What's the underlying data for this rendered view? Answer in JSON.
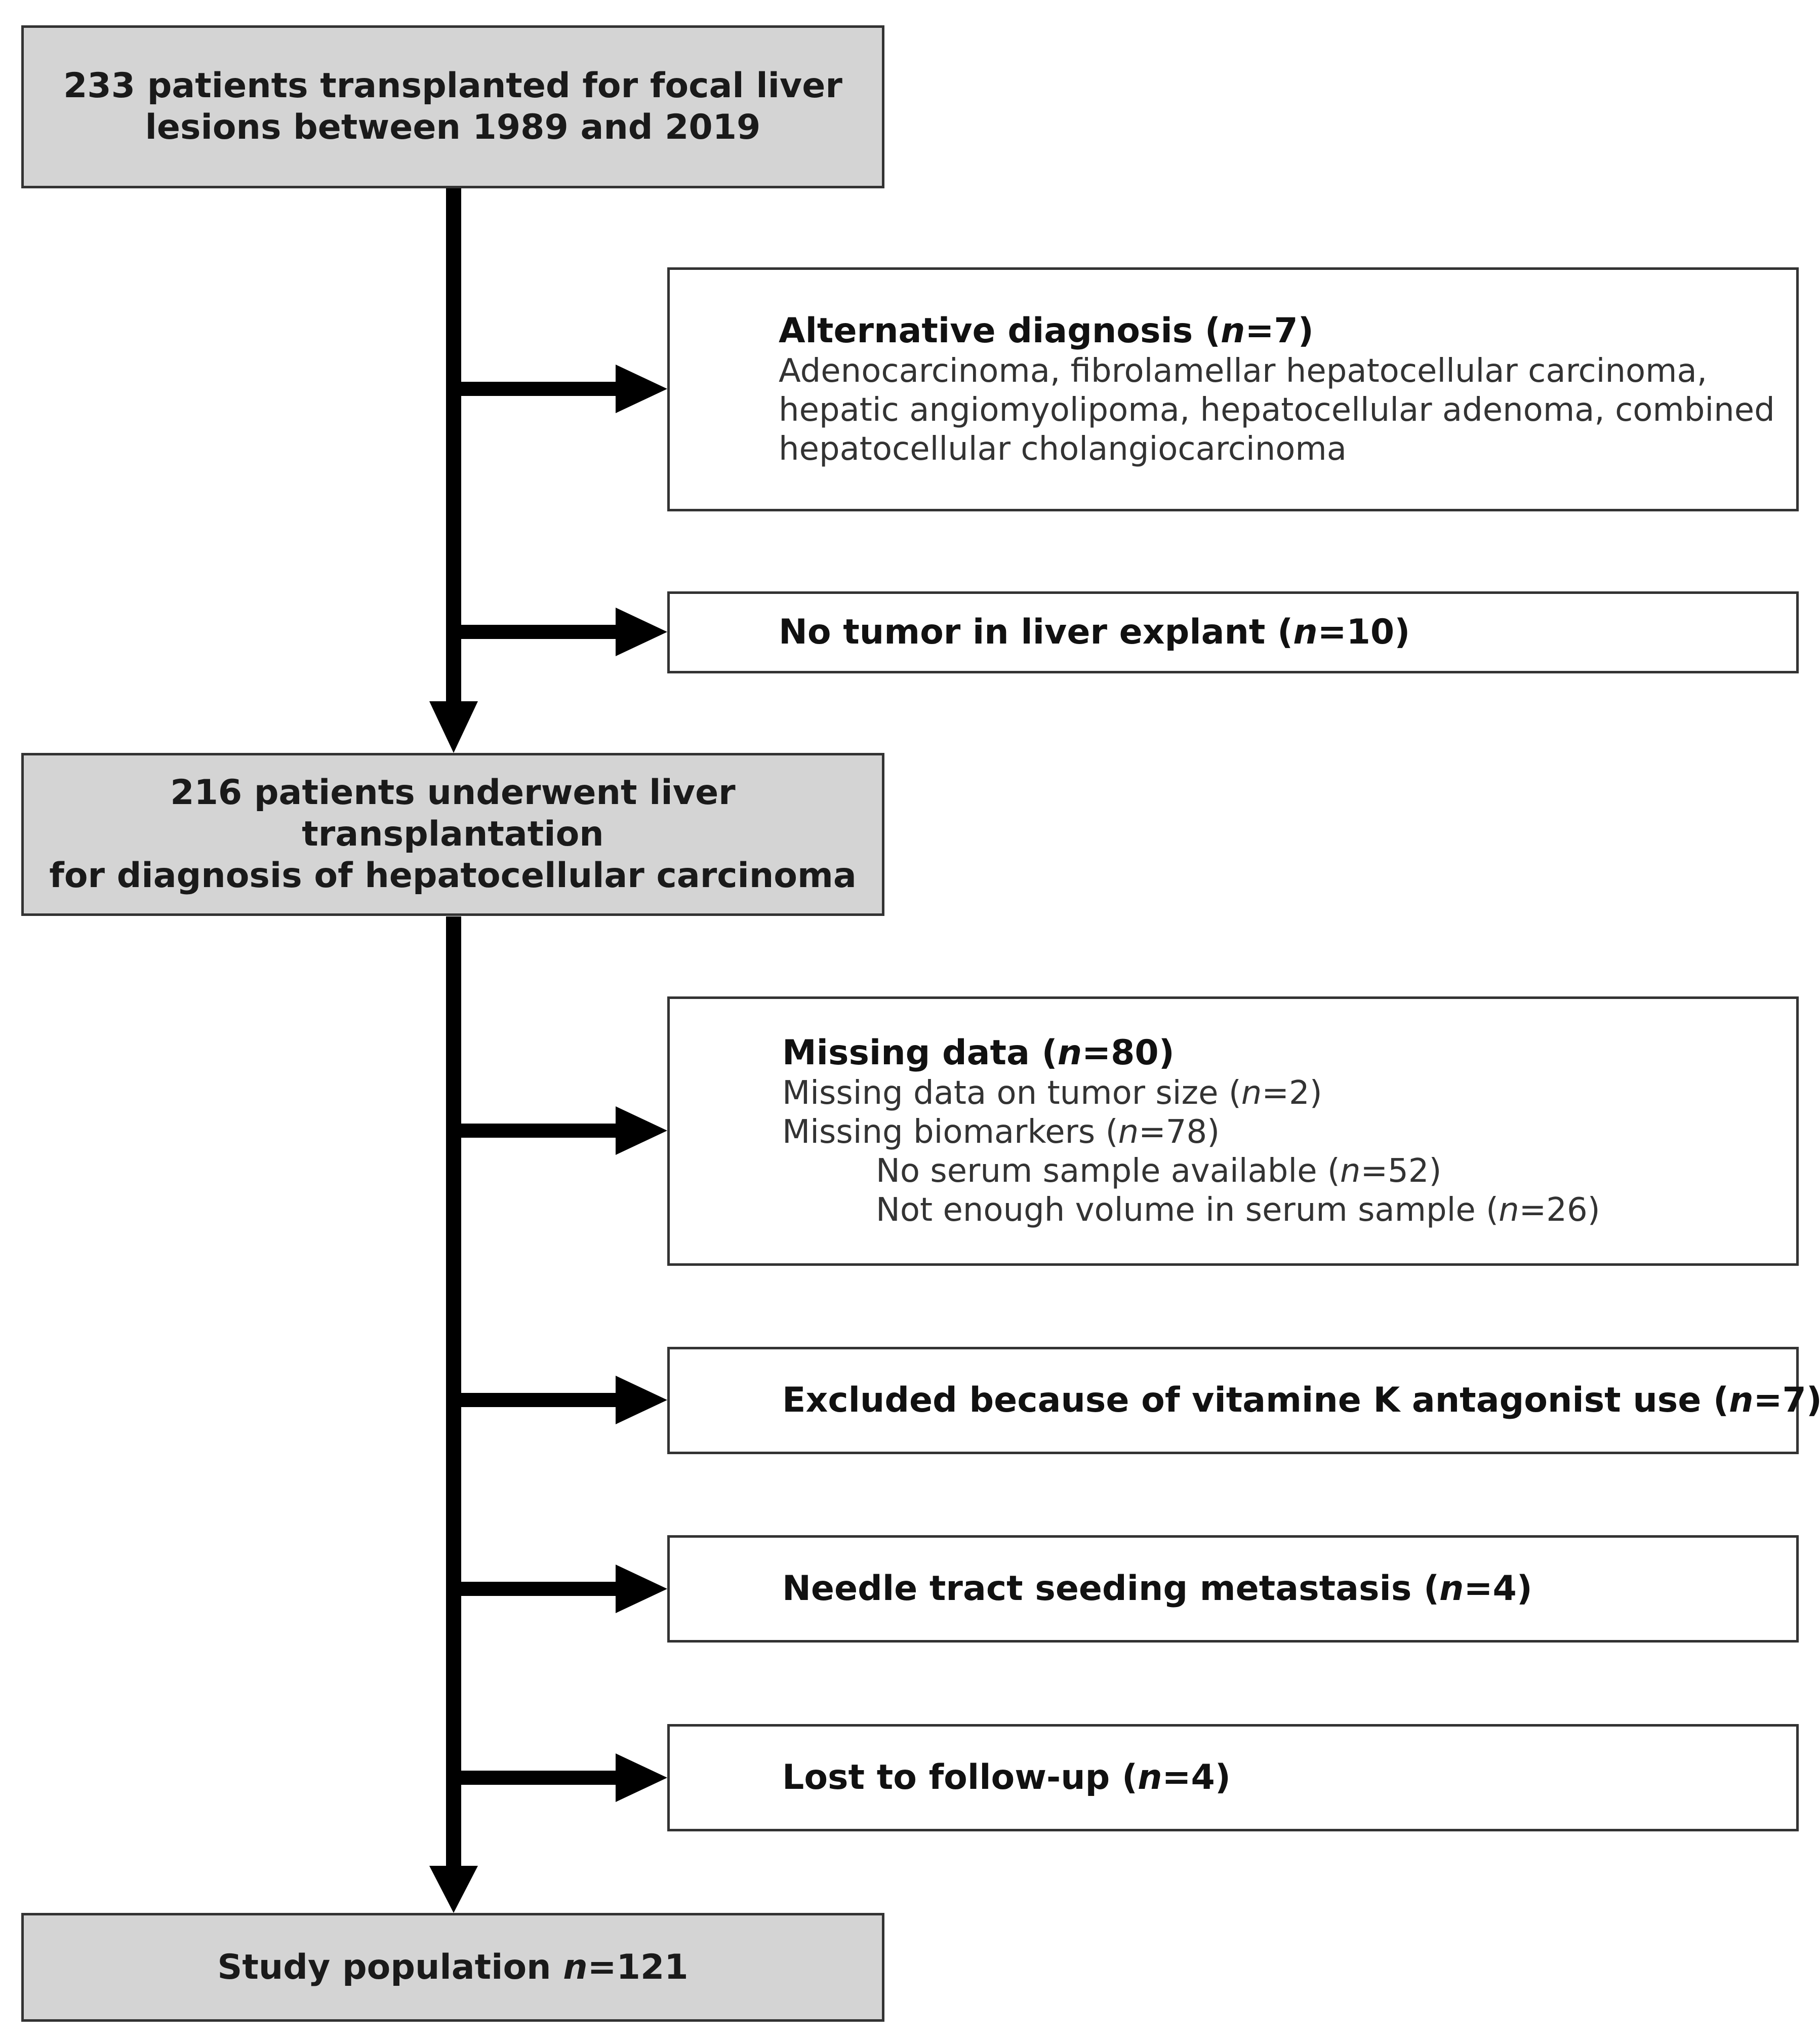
{
  "main_boxes": {
    "start": {
      "line1": "233 patients transplanted for focal liver",
      "line2": "lesions between 1989 and 2019"
    },
    "middle": {
      "line1": "216 patients underwent liver transplantation",
      "line2": "for diagnosis of hepatocellular carcinoma"
    },
    "end": {
      "prefix": "Study population ",
      "n_sym": "n",
      "value": "=121"
    }
  },
  "exclusions": {
    "alternative_diagnosis": {
      "label": "Alternative diagnosis (",
      "n_sym": "n",
      "count": "=7)",
      "details": [
        "Adenocarcinoma, fibrolamellar hepatocellular carcinoma,",
        "hepatic angiomyolipoma, hepatocellular adenoma, combined",
        "hepatocellular cholangiocarcinoma"
      ]
    },
    "no_tumor": {
      "label": "No tumor in liver explant (",
      "n_sym": "n",
      "count": "=10)"
    },
    "missing_data": {
      "label": "Missing data (",
      "n_sym": "n",
      "count": "=80)",
      "items": [
        {
          "text": "Missing data on tumor size (",
          "n_sym": "n",
          "count": "=2)"
        },
        {
          "text": "Missing biomarkers (",
          "n_sym": "n",
          "count": "=78)"
        }
      ],
      "sub_items": [
        {
          "text": "No serum sample available (",
          "n_sym": "n",
          "count": "=52)"
        },
        {
          "text": "Not enough volume in serum sample (",
          "n_sym": "n",
          "count": "=26)"
        }
      ]
    },
    "vka": {
      "label": "Excluded because of vitamine K antagonist use (",
      "n_sym": "n",
      "count": "=7)"
    },
    "needle_tract": {
      "label": "Needle tract seeding metastasis (",
      "n_sym": "n",
      "count": "=4)"
    },
    "lost_follow_up": {
      "label": "Lost to follow-up (",
      "n_sym": "n",
      "count": "=4)"
    }
  }
}
